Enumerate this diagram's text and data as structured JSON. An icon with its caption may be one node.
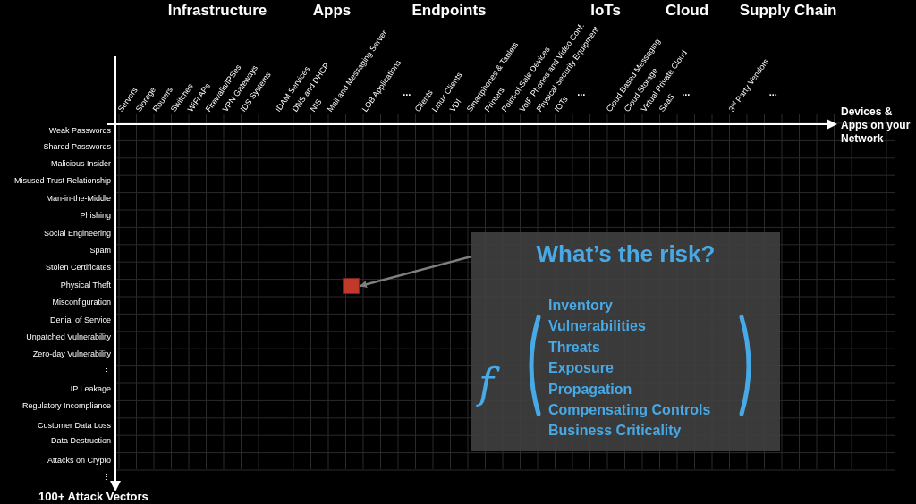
{
  "diagram": {
    "nodes": [
      {
        "text": [],
        "shape": "box"
      },
      {
        "text": [
          "What’s the risk?",
          "f",
          "Inventory",
          "Vulnerabilities",
          "Threats",
          "Exposure",
          "Propagation",
          "Compensating Controls",
          "Business Criticality"
        ]
      }
    ],
    "edges": [
      {
        "from": 1,
        "to": 0,
        "arrow": "to"
      }
    ],
    "labels": [
      "Infrastructure",
      "Apps",
      "Endpoints",
      "IoTs",
      "Cloud",
      "Supply Chain",
      "Servers",
      "Storage",
      "Routers",
      "Switches",
      "WiFi APs",
      "Firewalls/IPSes",
      "VPN Gateways",
      "IDS Systems",
      "IDAM Services",
      "DNS and DHCP",
      "NIS",
      "Mail and Messaging Server",
      "LOB Applications",
      "...",
      "Clients",
      "Linux Clients",
      "VDI",
      "Smartphones & Tablets",
      "Printers",
      "Point-of-Sale Devices",
      "VoIP Phones and Video Conf.",
      "Physical Security Equipment",
      "IOTs",
      "...",
      "Cloud Based Messaging",
      "Cloud Storage",
      "Virtual Private Cloud",
      "SaaS",
      "...",
      "3$^{rd}$ Party Vendors",
      "...",
      "Devices & Apps on your Network",
      "Weak Passwords",
      "Shared Passwords",
      "Malicious Insider",
      "Misused Trust Relationship",
      "Man-in-the-Middle",
      "Phishing",
      "Social Engineering",
      "Spam",
      "Stolen Certificates",
      "Physical Theft",
      "Misconfiguration",
      "Denial of Service",
      "Unpatched Vulnerability",
      "Zero-day Vulnerability",
      "⋮",
      "IP Leakage",
      "Regulatory Incompliance",
      "Customer Data Loss",
      "Data Destruction",
      "Attacks on Crypto",
      "⋮",
      "100+ Attack Vectors"
    ]
  }
}
